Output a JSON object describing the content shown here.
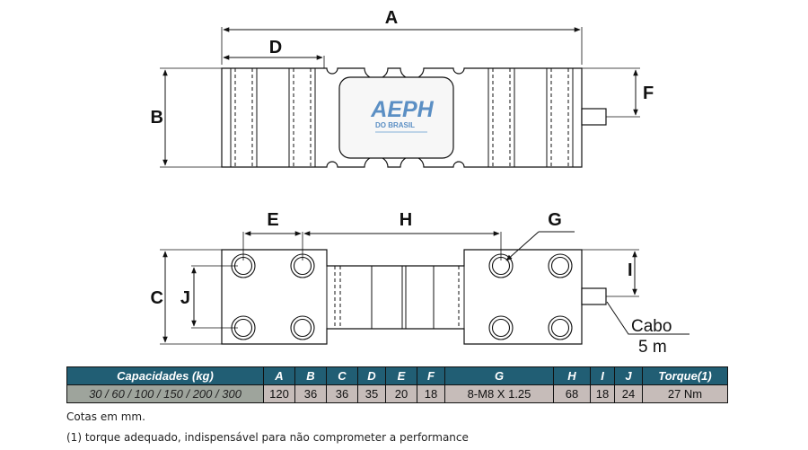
{
  "top_view": {
    "labels": {
      "a": "A",
      "b": "B",
      "d": "D",
      "f": "F"
    },
    "logo": {
      "main": "AEPH",
      "sub": "DO BRASIL"
    }
  },
  "bottom_view": {
    "labels": {
      "c": "C",
      "e": "E",
      "g": "G",
      "h": "H",
      "i": "I",
      "j": "J"
    },
    "cable_line1": "Cabo",
    "cable_line2": "5 m"
  },
  "table": {
    "headers": [
      "Capacidades (kg)",
      "A",
      "B",
      "C",
      "D",
      "E",
      "F",
      "G",
      "H",
      "I",
      "J",
      "Torque(1)"
    ],
    "row": [
      "30 / 60 / 100 / 150 / 200 / 300",
      "120",
      "36",
      "36",
      "35",
      "20",
      "18",
      "8-M8 X 1.25",
      "68",
      "18",
      "24",
      "27 Nm"
    ]
  },
  "notes": {
    "units": "Cotas em mm.",
    "torque": "(1) torque adequado, indispensável para não comprometer a performance"
  },
  "colors": {
    "header_bg": "#215e74",
    "cap_bg": "#9ea49c",
    "cell_bg": "#c6bcb9",
    "logo_blue": "#5b8fc4"
  }
}
